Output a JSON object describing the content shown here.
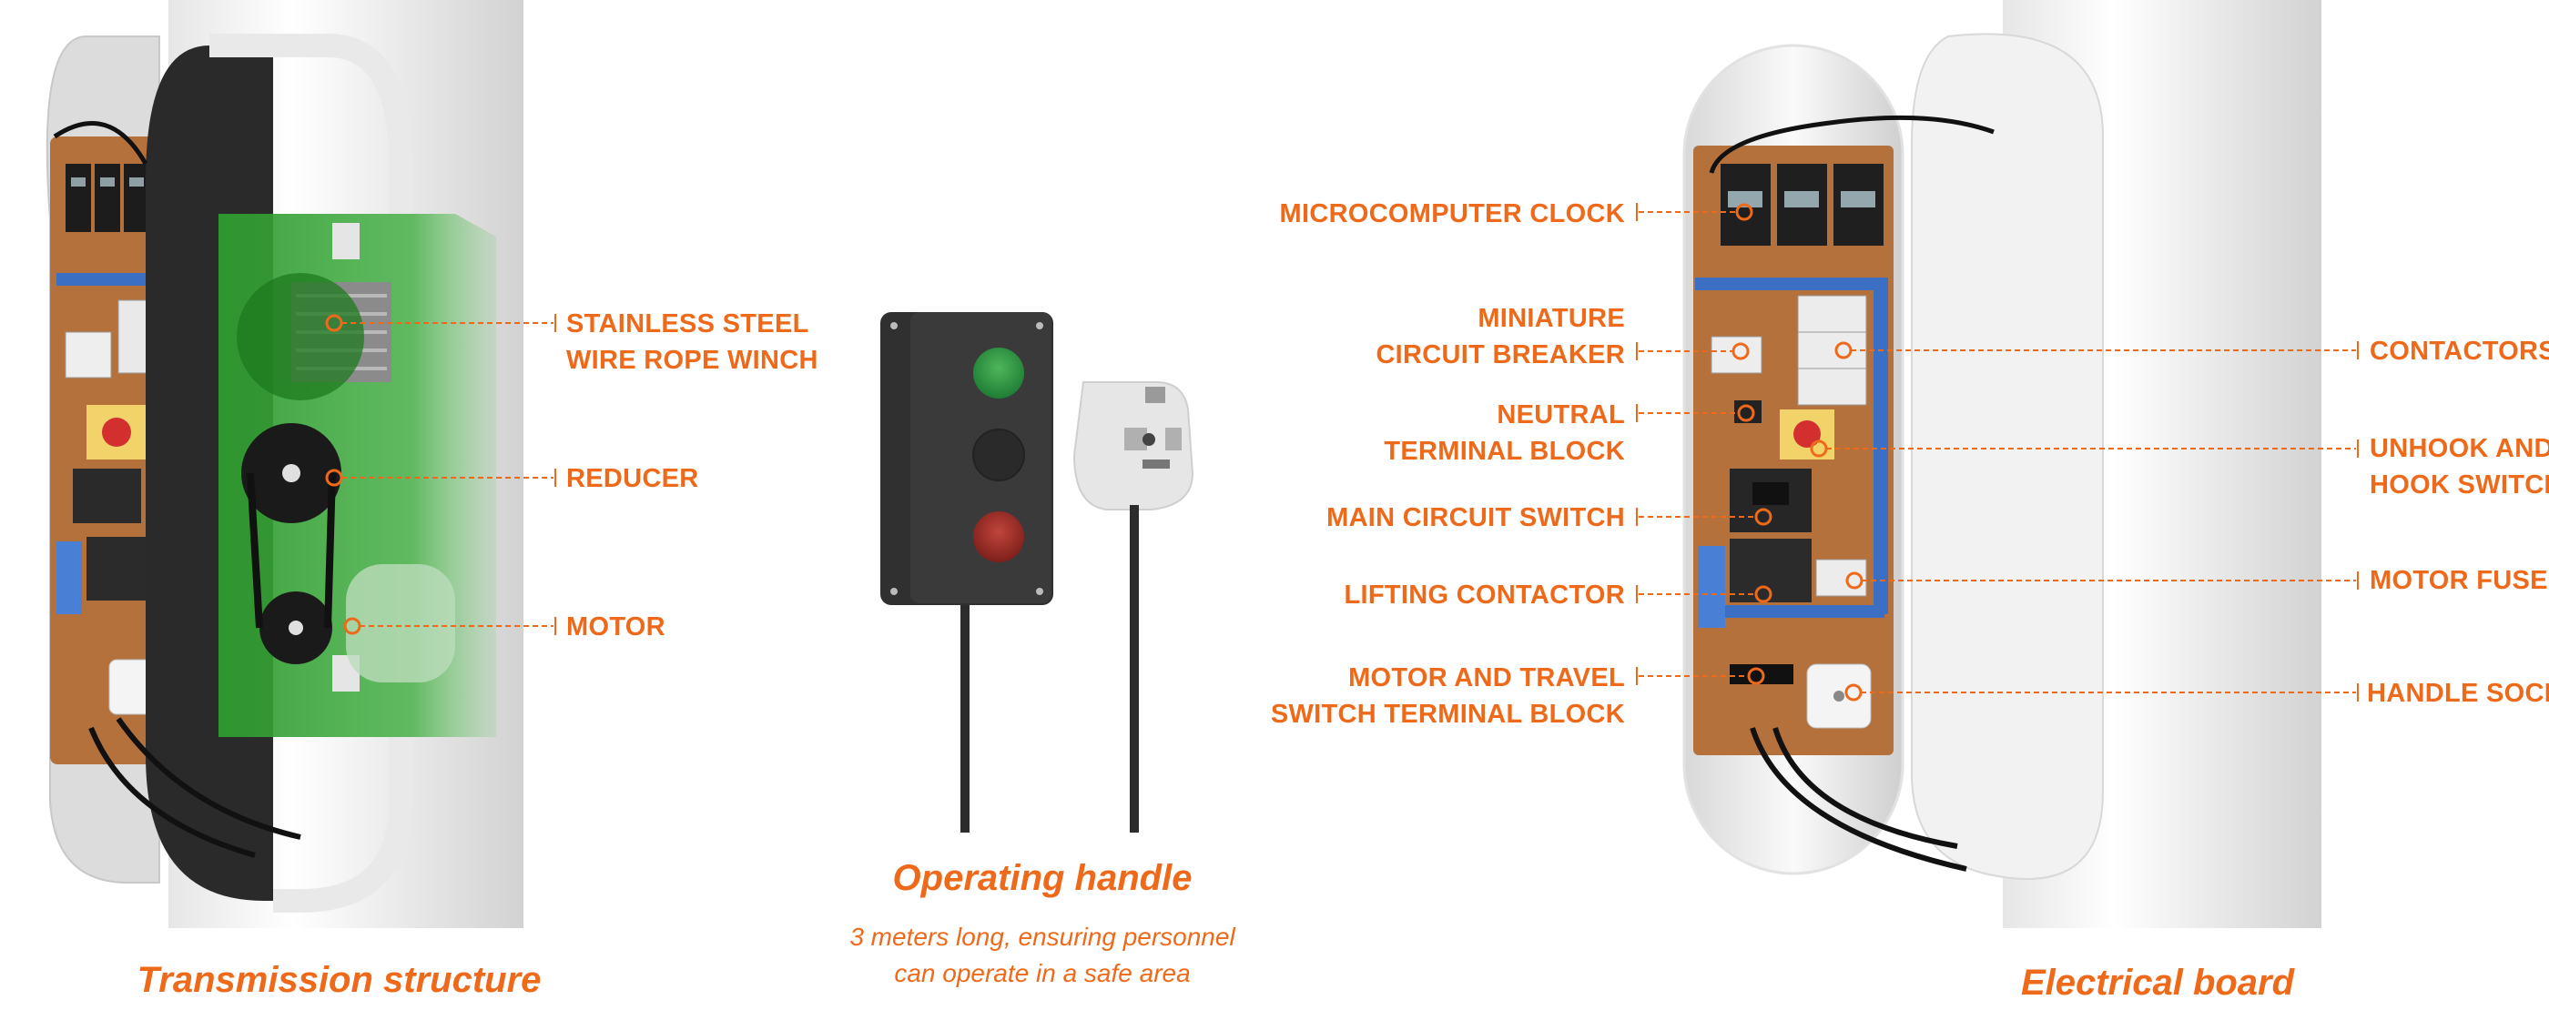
{
  "left_panel": {
    "caption": "Transmission structure",
    "labels": {
      "winch": [
        "STAINLESS STEEL",
        "WIRE ROPE WINCH"
      ],
      "reducer": "REDUCER",
      "motor": "MOTOR"
    }
  },
  "center_panel": {
    "caption": "Operating handle",
    "description": [
      "3 meters long, ensuring personnel",
      "can operate in a safe area"
    ]
  },
  "right_panel": {
    "caption": "Electrical board",
    "labels_left": {
      "clock": "MICROCOMPUTER CLOCK",
      "breaker": [
        "MINIATURE",
        "CIRCUIT BREAKER"
      ],
      "neutral": [
        "NEUTRAL",
        "TERMINAL BLOCK"
      ],
      "main_switch": "MAIN CIRCUIT SWITCH",
      "lifting": "LIFTING CONTACTOR",
      "motor_travel": [
        "MOTOR AND TRAVEL",
        "SWITCH TERMINAL BLOCK"
      ]
    },
    "labels_right": {
      "contactors": "CONTACTORS",
      "unhook": [
        "UNHOOK AND",
        "HOOK SWITCH"
      ],
      "fuse": "MOTOR FUSE",
      "socket": "HANDLE SOCKET"
    }
  },
  "colors": {
    "accent": "#ee6a1a",
    "gear_green": "#2f9b2f",
    "board": "#b5713c",
    "rail": "#3b6fc4"
  }
}
